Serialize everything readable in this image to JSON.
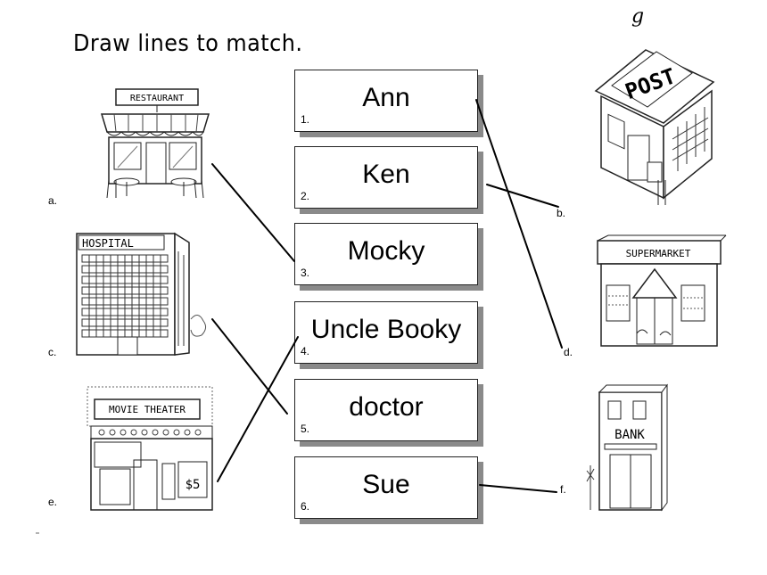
{
  "instruction": "Draw lines to match.",
  "names": [
    {
      "number": "1.",
      "text": "Ann"
    },
    {
      "number": "2.",
      "text": "Ken"
    },
    {
      "number": "3.",
      "text": "Mocky"
    },
    {
      "number": "4.",
      "text": "Uncle Booky"
    },
    {
      "number": "5.",
      "text": "doctor"
    },
    {
      "number": "6.",
      "text": "Sue"
    }
  ],
  "places": [
    {
      "letter": "a.",
      "sign": "RESTAURANT",
      "icon": "restaurant-icon"
    },
    {
      "letter": "c.",
      "sign": "HOSPITAL",
      "icon": "hospital-icon"
    },
    {
      "letter": "e.",
      "sign": "MOVIE THEATER",
      "icon": "movie-theater-icon"
    },
    {
      "letter": "b.",
      "sign": "POST",
      "icon": "post-office-icon"
    },
    {
      "letter": "d.",
      "sign": "SUPERMARKET",
      "icon": "supermarket-icon"
    },
    {
      "letter": "f.",
      "sign": "BANK",
      "icon": "bank-icon"
    }
  ],
  "theater_price": "$5",
  "stray_mark": "g"
}
